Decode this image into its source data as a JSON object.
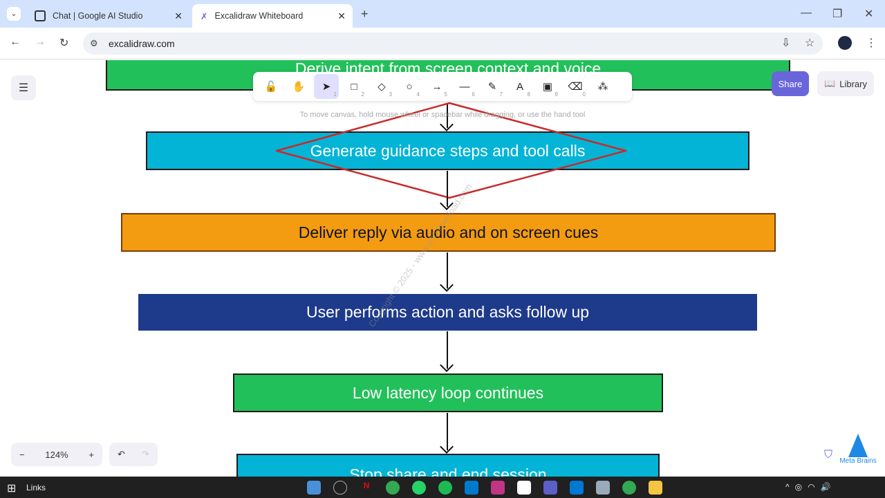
{
  "browser": {
    "tabs": [
      {
        "title": "Chat | Google AI Studio"
      },
      {
        "title": "Excalidraw Whiteboard"
      }
    ],
    "url": "excalidraw.com"
  },
  "toolbar": {
    "tools": [
      {
        "icon": "lock-icon",
        "glyph": "🔓",
        "key": ""
      },
      {
        "icon": "hand-icon",
        "glyph": "✋",
        "key": ""
      },
      {
        "icon": "selection-icon",
        "glyph": "➤",
        "key": "1"
      },
      {
        "icon": "rectangle-icon",
        "glyph": "□",
        "key": "2"
      },
      {
        "icon": "diamond-icon",
        "glyph": "◇",
        "key": "3"
      },
      {
        "icon": "ellipse-icon",
        "glyph": "○",
        "key": "4"
      },
      {
        "icon": "arrow-icon",
        "glyph": "→",
        "key": "5"
      },
      {
        "icon": "line-icon",
        "glyph": "—",
        "key": "6"
      },
      {
        "icon": "pencil-icon",
        "glyph": "✎",
        "key": "7"
      },
      {
        "icon": "text-icon",
        "glyph": "A",
        "key": "8"
      },
      {
        "icon": "image-icon",
        "glyph": "▣",
        "key": "9"
      },
      {
        "icon": "eraser-icon",
        "glyph": "⌫",
        "key": "0"
      },
      {
        "icon": "shapes-icon",
        "glyph": "⁂",
        "key": ""
      }
    ],
    "hint": "To move canvas, hold mouse wheel or spacebar while dragging, or use the hand tool"
  },
  "share_label": "Share",
  "library_label": "Library",
  "zoom": {
    "level": "124%",
    "minus": "−",
    "plus": "+"
  },
  "nodes": [
    {
      "text": "Derive intent from screen context and voice",
      "color": "#22c05a"
    },
    {
      "text": "Generate guidance steps and tool calls",
      "color": "#03b4d6"
    },
    {
      "text": "Deliver reply via audio and on screen cues",
      "color": "#f39c12"
    },
    {
      "text": "User performs action and asks follow up",
      "color": "#1e3a8a"
    },
    {
      "text": "Low latency loop continues",
      "color": "#22c05a"
    },
    {
      "text": "Stop share and end session",
      "color": "#03b4d6"
    }
  ],
  "watermark": "Copyright © 2025 - www.p30download.com",
  "brand": "Meta Brains",
  "taskbar": {
    "links": "Links"
  }
}
